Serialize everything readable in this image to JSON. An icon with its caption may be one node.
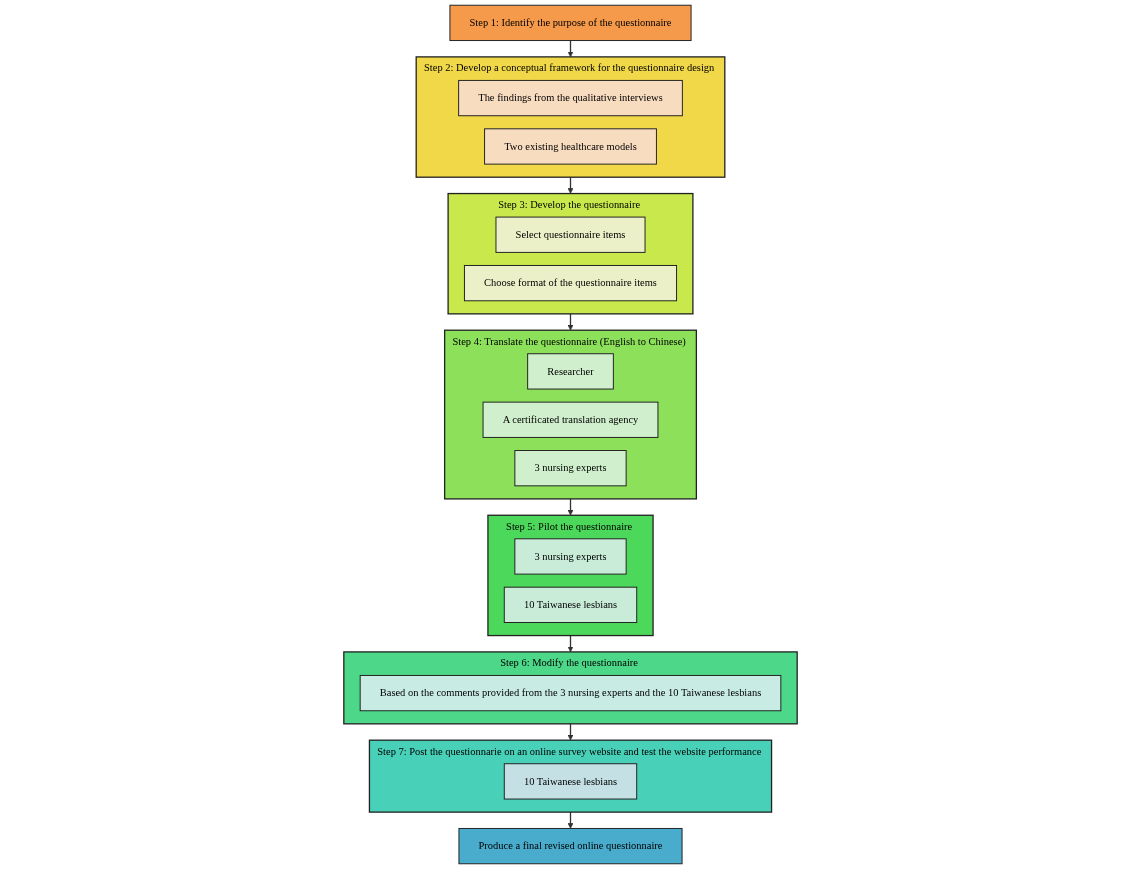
{
  "diagram": {
    "nodes": [
      {
        "text": [
          "Step 1: Identify the purpose of the questionnaire"
        ]
      },
      {
        "text": [
          "Step 2: Develop a conceptual framework for the questionnaire design"
        ]
      },
      {
        "text": [
          "The findings from the qualitative interviews"
        ],
        "in": 1
      },
      {
        "text": [
          "Two existing healthcare models"
        ],
        "in": 1
      },
      {
        "text": [
          "Step 3: Develop the questionnaire"
        ]
      },
      {
        "text": [
          "Select questionnaire items"
        ],
        "in": 4
      },
      {
        "text": [
          "Choose format of the questionnaire items"
        ],
        "in": 4
      },
      {
        "text": [
          "Step 4: Translate the questionnaire (English to Chinese)"
        ]
      },
      {
        "text": [
          "Researcher"
        ],
        "in": 7
      },
      {
        "text": [
          "A certificated translation agency"
        ],
        "in": 7
      },
      {
        "text": [
          "3 nursing experts"
        ],
        "in": 7
      },
      {
        "text": [
          "Step 5: Pilot the questionnaire"
        ]
      },
      {
        "text": [
          "3 nursing experts"
        ],
        "in": 11
      },
      {
        "text": [
          "10 Taiwanese lesbians"
        ],
        "in": 11
      },
      {
        "text": [
          "Step 6: Modify the questionnaire"
        ]
      },
      {
        "text": [
          "Based on the comments provided from the 3 nursing experts and the 10 Taiwanese lesbians"
        ],
        "in": 14
      },
      {
        "text": [
          "Step 7: Post the questionnarie on an online survey website and test the website performance"
        ]
      },
      {
        "text": [
          "10 Taiwanese lesbians"
        ],
        "in": 16
      },
      {
        "text": [
          "Produce a final revised online questionnaire"
        ]
      }
    ],
    "edges": [
      {
        "from": 0,
        "to": 1,
        "arrow": "to"
      },
      {
        "from": 1,
        "to": 4,
        "arrow": "to"
      },
      {
        "from": 4,
        "to": 7,
        "arrow": "to"
      },
      {
        "from": 7,
        "to": 11,
        "arrow": "to"
      },
      {
        "from": 11,
        "to": 14,
        "arrow": "to"
      },
      {
        "from": 14,
        "to": 16,
        "arrow": "to"
      },
      {
        "from": 16,
        "to": 18,
        "arrow": "to"
      }
    ]
  }
}
